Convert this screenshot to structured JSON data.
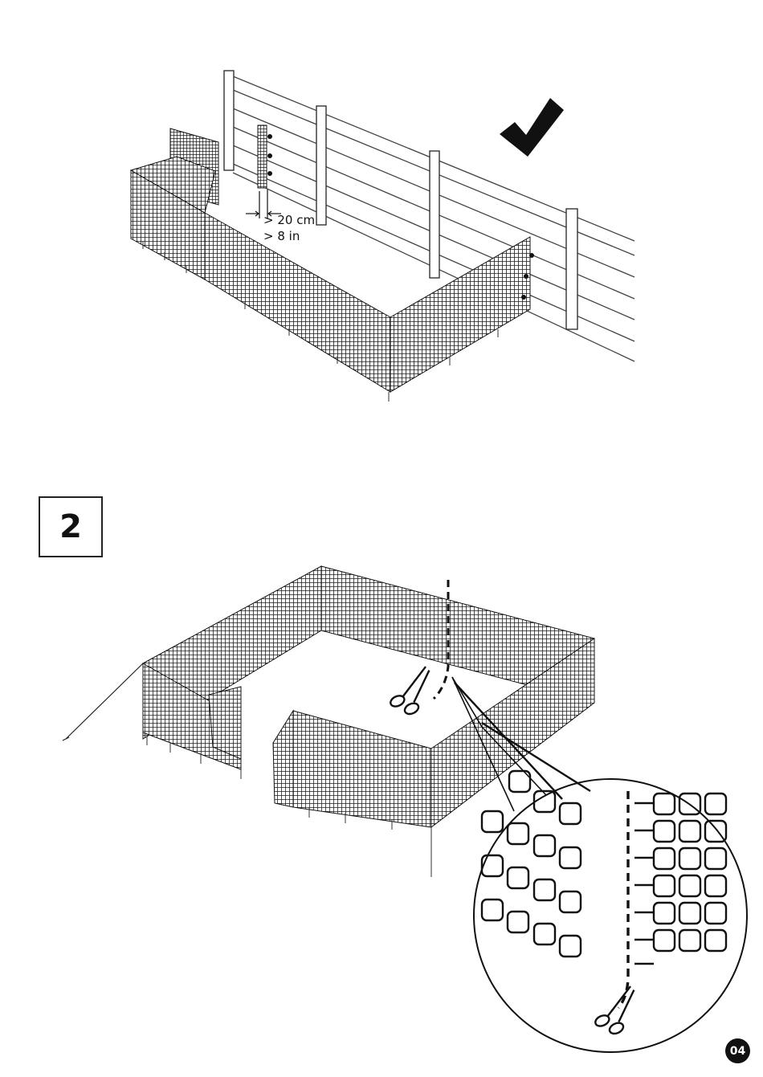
{
  "figure1": {
    "clearance": {
      "metric": "> 20 cm",
      "imperial": "> 8 in"
    },
    "status": "check-mark-icon"
  },
  "figure2": {
    "step_number": "2",
    "tools": [
      "scissors-icon",
      "scissors-icon"
    ]
  },
  "page": {
    "number": "04"
  },
  "colors": {
    "ink": "#111111",
    "net": "#1a1a1a",
    "background": "#ffffff"
  }
}
